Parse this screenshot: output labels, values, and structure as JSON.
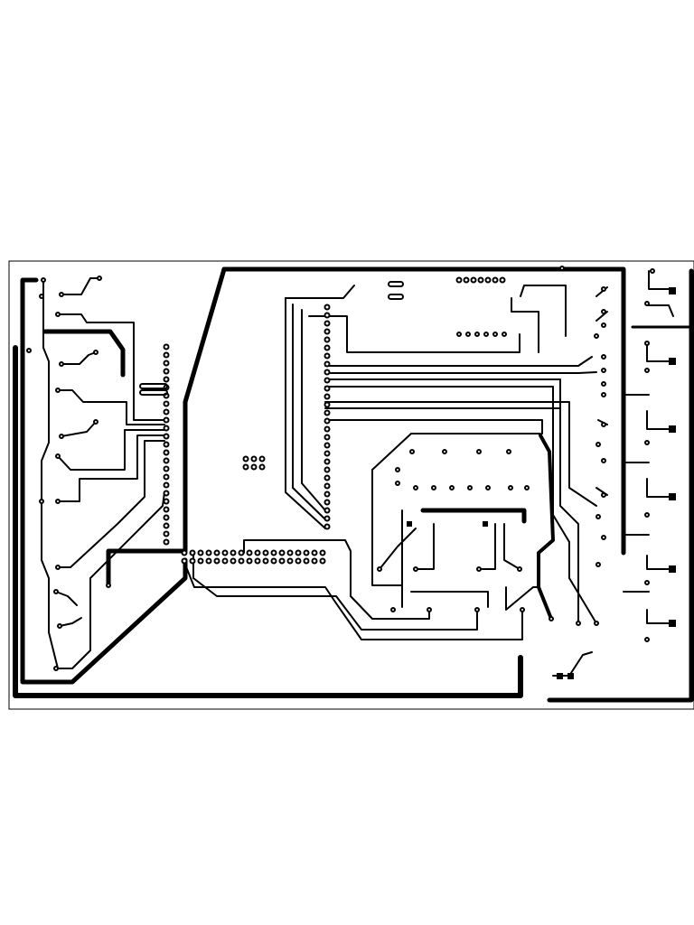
{
  "board": {
    "type": "pcb-copper-layout",
    "colors": {
      "background": "#ffffff",
      "copper": "#000000",
      "outline": "#000000"
    },
    "regions": [
      "mcu-header-block",
      "left-input-network",
      "relay-output-column",
      "center-driver-array",
      "power-bus"
    ]
  }
}
